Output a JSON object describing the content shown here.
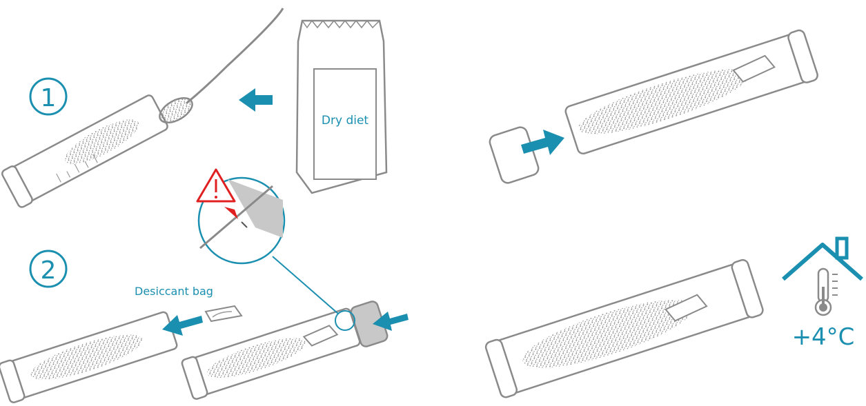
{
  "steps": {
    "step1_number": "1",
    "step2_number": "2"
  },
  "labels": {
    "dry_diet": "Dry diet",
    "desiccant_bag": "Desiccant bag",
    "temperature": "+4°C"
  },
  "icons": {
    "warning": "warning-triangle-icon",
    "house": "house-icon",
    "thermometer": "thermometer-icon"
  },
  "colors": {
    "accent": "#1a8fb0",
    "arrow": "#1a8fb0",
    "warning": "#e02020",
    "outline": "#8a8a8a",
    "granules": "#7a7a7a"
  }
}
